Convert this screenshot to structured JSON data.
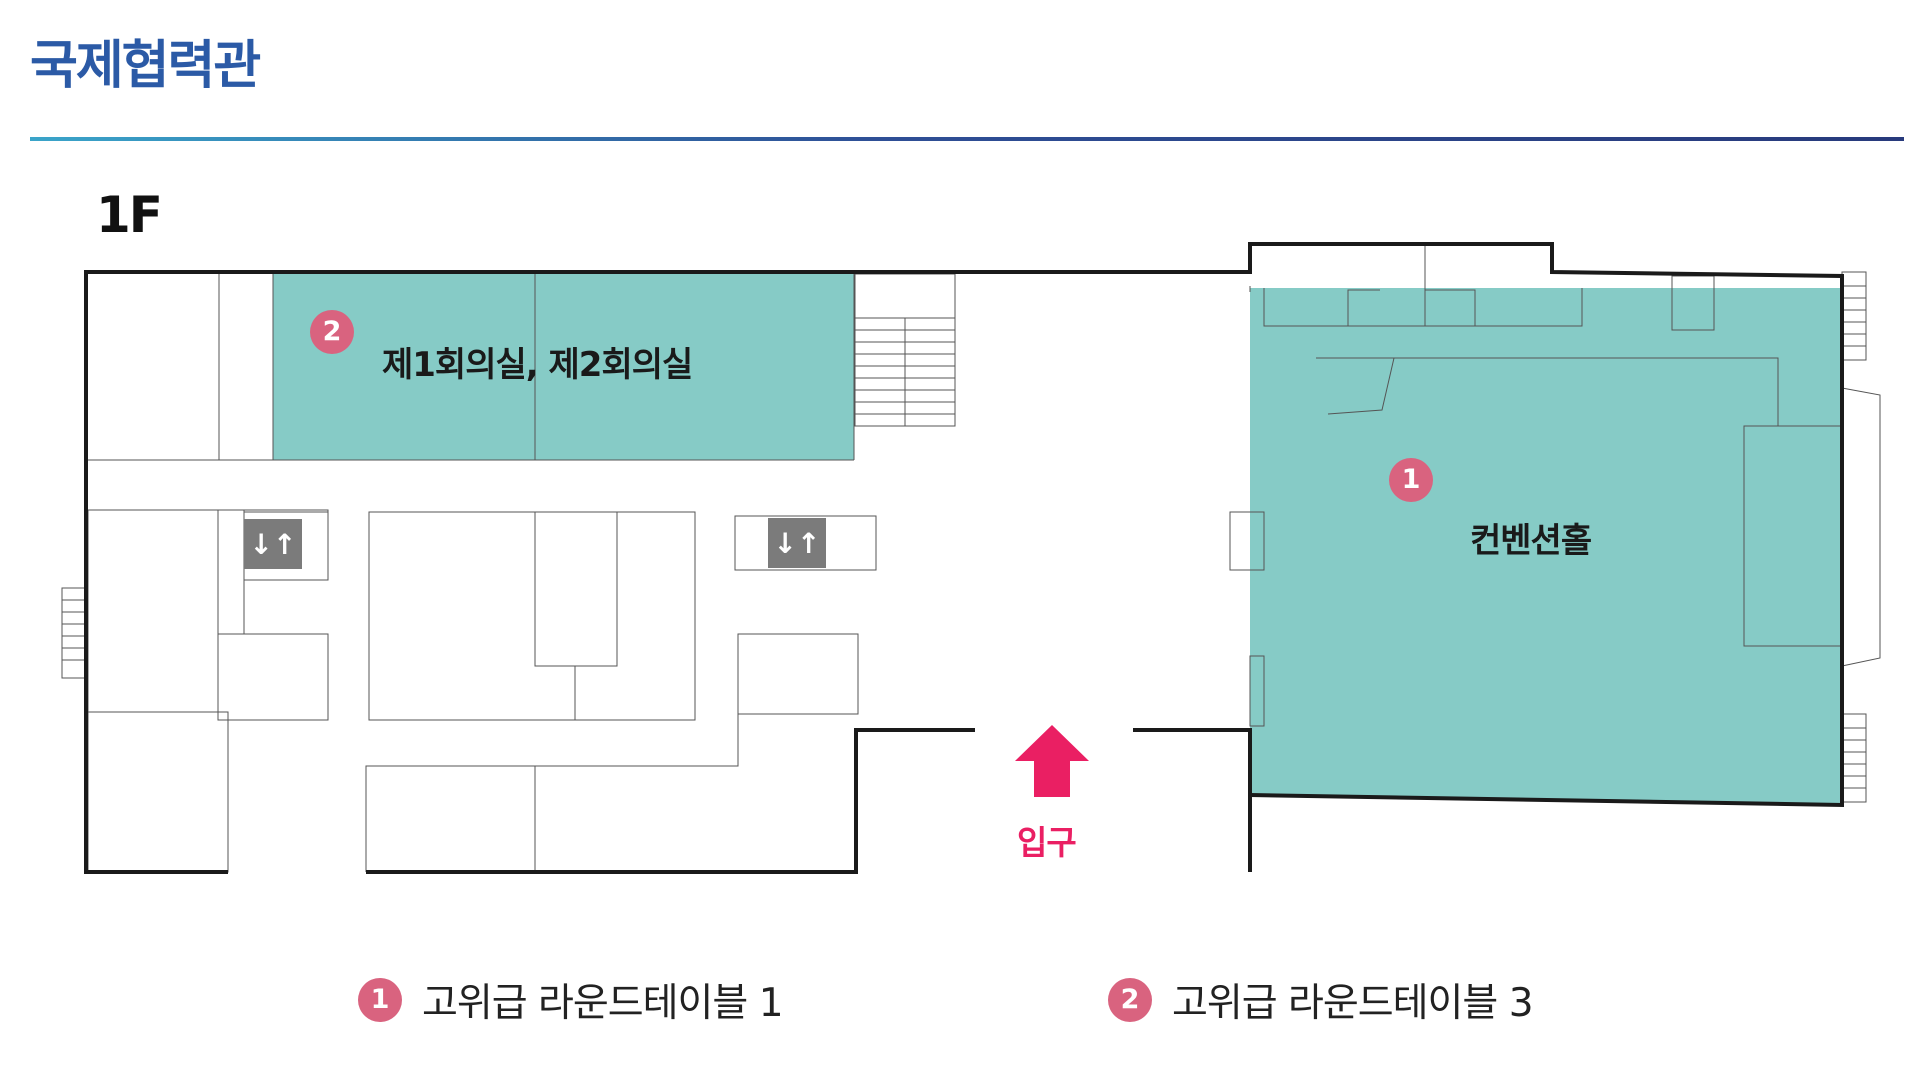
{
  "header": {
    "title": "국제협력관"
  },
  "floor_label": "1F",
  "rooms": [
    {
      "number": "1",
      "label": "컨벤션홀"
    },
    {
      "number": "2",
      "label": "제1회의실, 제2회의실"
    }
  ],
  "entrance": {
    "label": "입구"
  },
  "elevator_icon": "elevator-updown-icon",
  "legend": [
    {
      "number": "1",
      "text": "고위급 라운드테이블 1"
    },
    {
      "number": "2",
      "text": "고위급 라운드테이블 3"
    }
  ],
  "colors": {
    "title": "#2b5aa6",
    "room_fill": "#86cbc6",
    "badge": "#d9637f",
    "entrance": "#ea1f63",
    "elevator": "#7b7b7b"
  }
}
